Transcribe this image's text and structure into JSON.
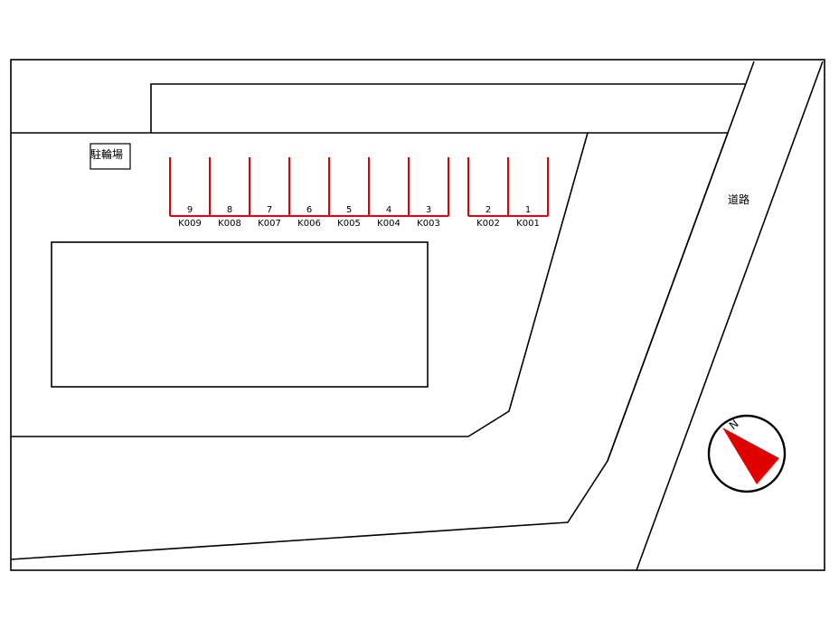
{
  "labels": {
    "bicycle_parking": "駐輪場",
    "road": "道路",
    "north": "N"
  },
  "colors": {
    "parking_lines": "#e00000",
    "compass_arrow": "#e00000",
    "outline": "#000000",
    "background": "#ffffff"
  },
  "parking_groups": [
    {
      "stalls": [
        {
          "number": "9",
          "code": "K009"
        },
        {
          "number": "8",
          "code": "K008"
        },
        {
          "number": "7",
          "code": "K007"
        },
        {
          "number": "6",
          "code": "K006"
        },
        {
          "number": "5",
          "code": "K005"
        },
        {
          "number": "4",
          "code": "K004"
        },
        {
          "number": "3",
          "code": "K003"
        }
      ]
    },
    {
      "stalls": [
        {
          "number": "2",
          "code": "K002"
        },
        {
          "number": "1",
          "code": "K001"
        }
      ]
    }
  ]
}
